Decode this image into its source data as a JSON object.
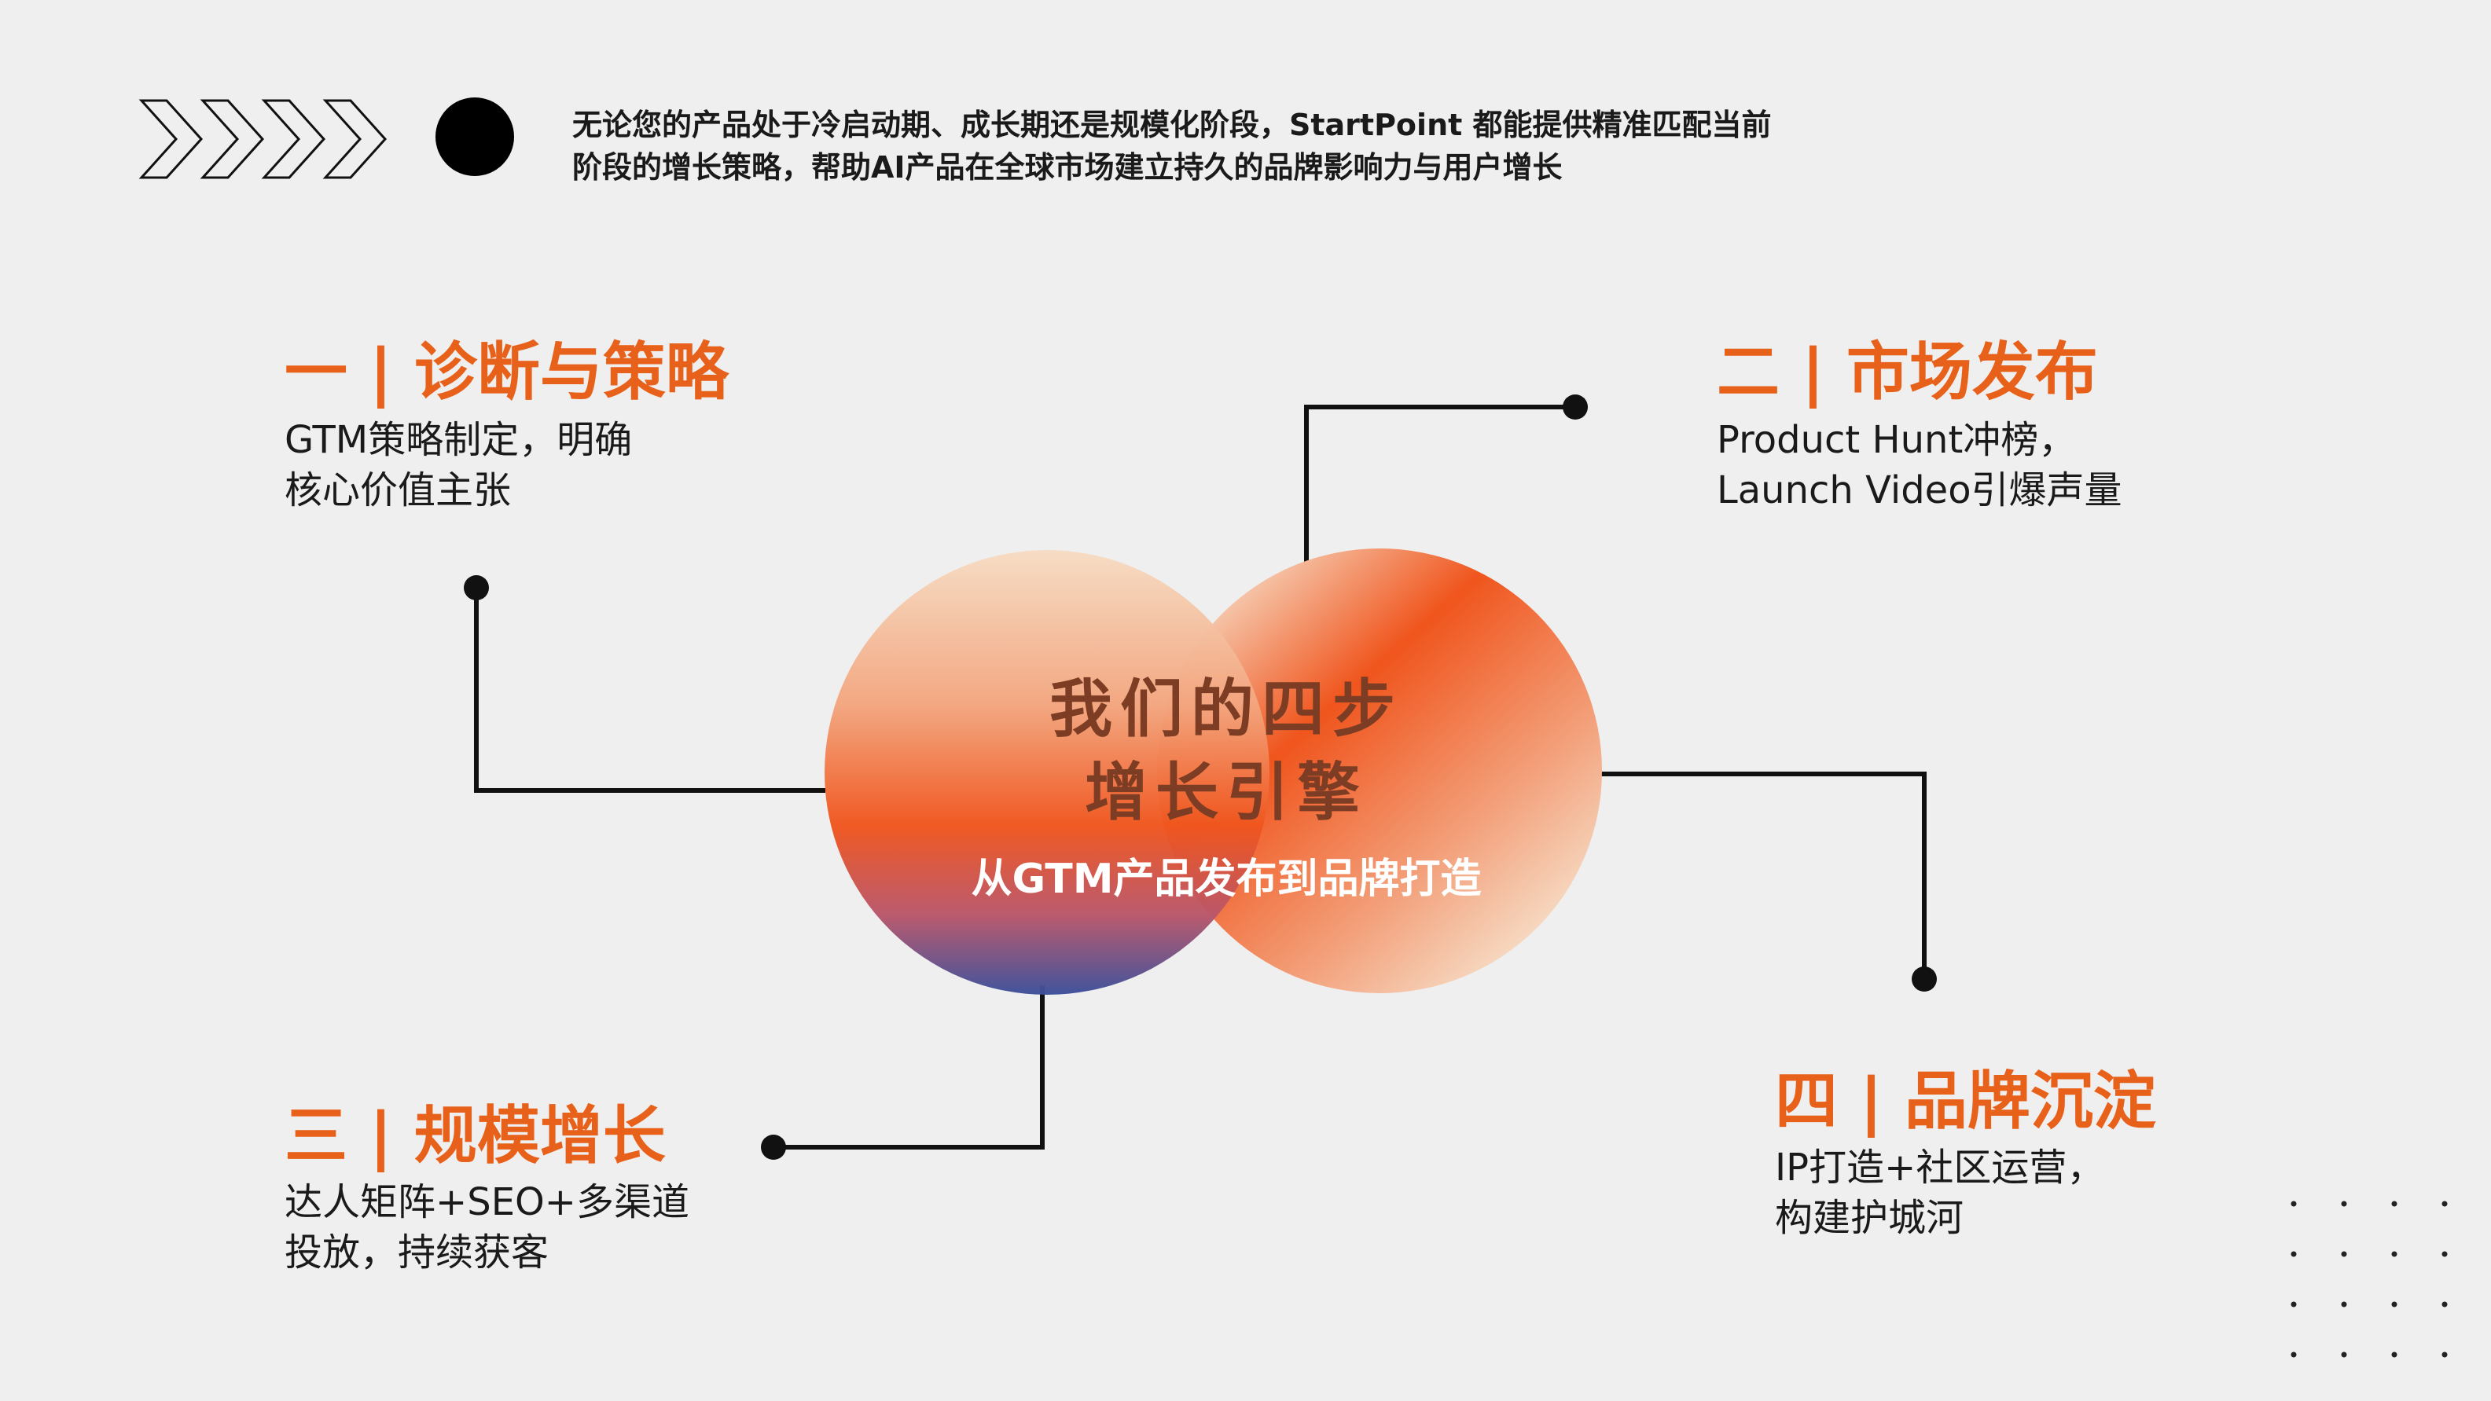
{
  "intro": {
    "line1": "无论您的产品处于冷启动期、成长期还是规模化阶段，StartPoint 都能提供精准匹配当前",
    "line2": "阶段的增长策略，帮助AI产品在全球市场建立持久的品牌影响力与用户增长"
  },
  "center": {
    "title_line1": "我们的四步",
    "title_line2": "增长引擎",
    "subtitle": "从GTM产品发布到品牌打造"
  },
  "steps": [
    {
      "title": "一 | 诊断与策略",
      "desc1": "GTM策略制定，明确",
      "desc2": "核心价值主张"
    },
    {
      "title": "二 | 市场发布",
      "desc1": "Product Hunt冲榜，",
      "desc2": "Launch Video引爆声量"
    },
    {
      "title": "三 | 规模增长",
      "desc1": "达人矩阵+SEO+多渠道",
      "desc2": "投放，持续获客"
    },
    {
      "title": "四 | 品牌沉淀",
      "desc1": "IP打造+社区运营，",
      "desc2": "构建护城河"
    }
  ],
  "colors": {
    "accent": "#e8611a",
    "background": "#efefef",
    "line": "#111111",
    "gradient_blue": "#3b4f9a"
  },
  "icons": [
    "chevron-right-icon",
    "dot-icon"
  ]
}
